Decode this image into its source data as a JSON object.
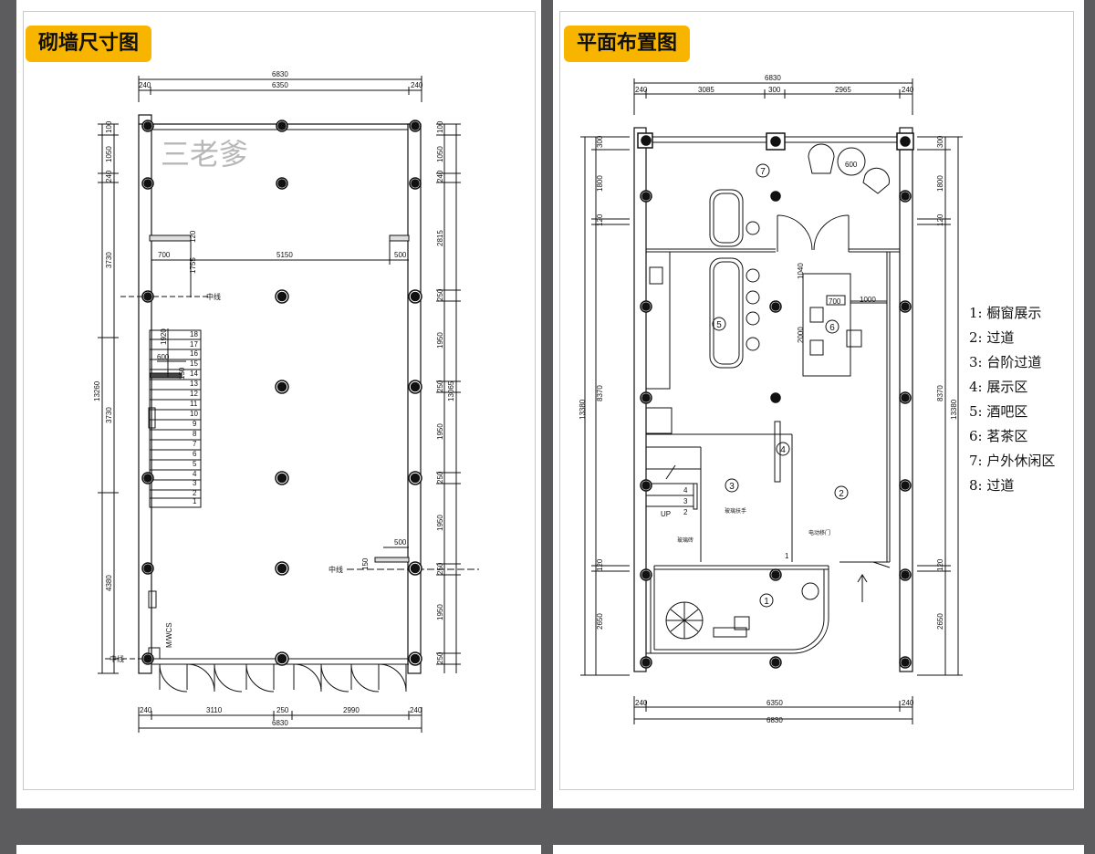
{
  "left_panel": {
    "title": "砌墙尺寸图",
    "watermark": "三老爹",
    "dims": {
      "overall_width": "6830",
      "inner_width": "6350",
      "wall": "240",
      "left_total": "13260",
      "right_total": "13065",
      "left_segments": [
        "100",
        "1050",
        "240",
        "3730",
        "3730",
        "4380"
      ],
      "right_segments": [
        "100",
        "1050",
        "240",
        "2815",
        "250",
        "1950",
        "250",
        "1950",
        "250",
        "1950",
        "250",
        "1950",
        "250"
      ],
      "partition_left": "700",
      "partition_mid": "5150",
      "partition_right": "500",
      "partition_height": "1755",
      "partition_thick": "120",
      "stair_a": "1920",
      "stair_b": "600",
      "stair_c": "150",
      "door_wall": "500",
      "door_thick": "150",
      "bottom_segments": [
        "240",
        "3110",
        "250",
        "2990",
        "240"
      ],
      "center_line": "中线",
      "wc_label": "M/WCS",
      "stair_steps": [
        "1",
        "2",
        "3",
        "4",
        "5",
        "6",
        "7",
        "8",
        "9",
        "10",
        "11",
        "12",
        "13",
        "14",
        "15",
        "16",
        "17",
        "18"
      ]
    }
  },
  "right_panel": {
    "title": "平面布置图",
    "dims": {
      "overall_width": "6830",
      "top_segments": [
        "240",
        "3085",
        "300",
        "2965",
        "240"
      ],
      "bottom_segments": [
        "240",
        "6350",
        "240"
      ],
      "left_total": "13380",
      "left_segments": [
        "300",
        "1800",
        "120",
        "8370",
        "120",
        "2650"
      ],
      "right_total": "13380",
      "right_segments": [
        "300",
        "1800",
        "120",
        "8370",
        "120",
        "2650"
      ],
      "table_600": "600",
      "tea_700": "700",
      "tea_1000": "1000",
      "tea_1040": "1040",
      "tea_2000": "2000"
    },
    "labels": {
      "glass_handrail": "玻璃扶手",
      "glass_brick": "玻璃砖",
      "auto_door": "电动移门",
      "up": "UP",
      "steps": [
        "1",
        "2",
        "3",
        "4"
      ],
      "step_one": "1"
    },
    "zones": [
      "1",
      "2",
      "3",
      "4",
      "5",
      "6",
      "7"
    ],
    "legend": [
      "1: 橱窗展示",
      "2: 过道",
      "3: 台阶过道",
      "4: 展示区",
      "5: 酒吧区",
      "6: 茗茶区",
      "7: 户外休闲区",
      "8: 过道"
    ]
  },
  "colors": {
    "background": "#5c5c5e",
    "tag": "#f7b500",
    "line": "#111111"
  }
}
